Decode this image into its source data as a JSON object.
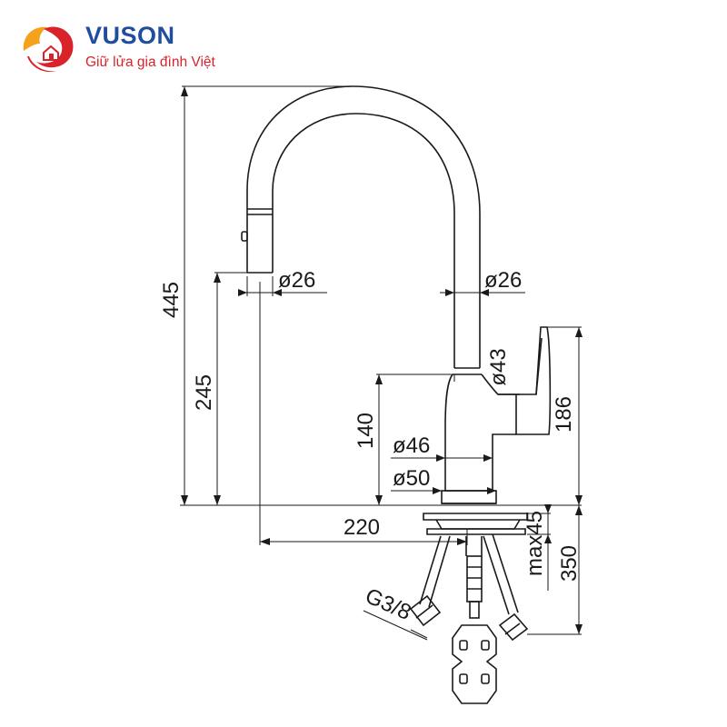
{
  "brand": {
    "name": "VUSON",
    "tagline": "Giữ lửa gia đình Việt",
    "colors": {
      "blue": "#1f4e9e",
      "red": "#d9232a",
      "orange": "#f4a21c",
      "tagline": "#d9232a"
    }
  },
  "drawing": {
    "line_color": "#1a1a1a",
    "dimensions": {
      "total_height": "445",
      "spout_height": "245",
      "body_height": "140",
      "lever_height": "186",
      "reach": "220",
      "max_deck": "max45",
      "hose_length": "350",
      "spray_dia": "ø26",
      "spout_dia": "ø26",
      "neck_dia": "ø43",
      "body_dia": "ø46",
      "base_dia": "ø50",
      "thread": "G3/8"
    }
  }
}
